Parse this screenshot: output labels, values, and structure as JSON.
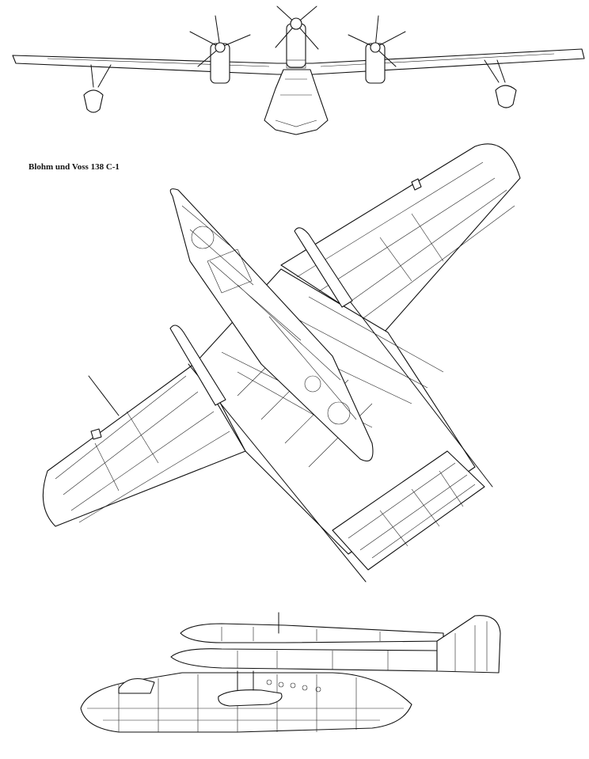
{
  "caption": "Blohm und Voss 138 C-1",
  "views": {
    "front": "front-view",
    "top": "plan-view",
    "side": "side-view"
  }
}
